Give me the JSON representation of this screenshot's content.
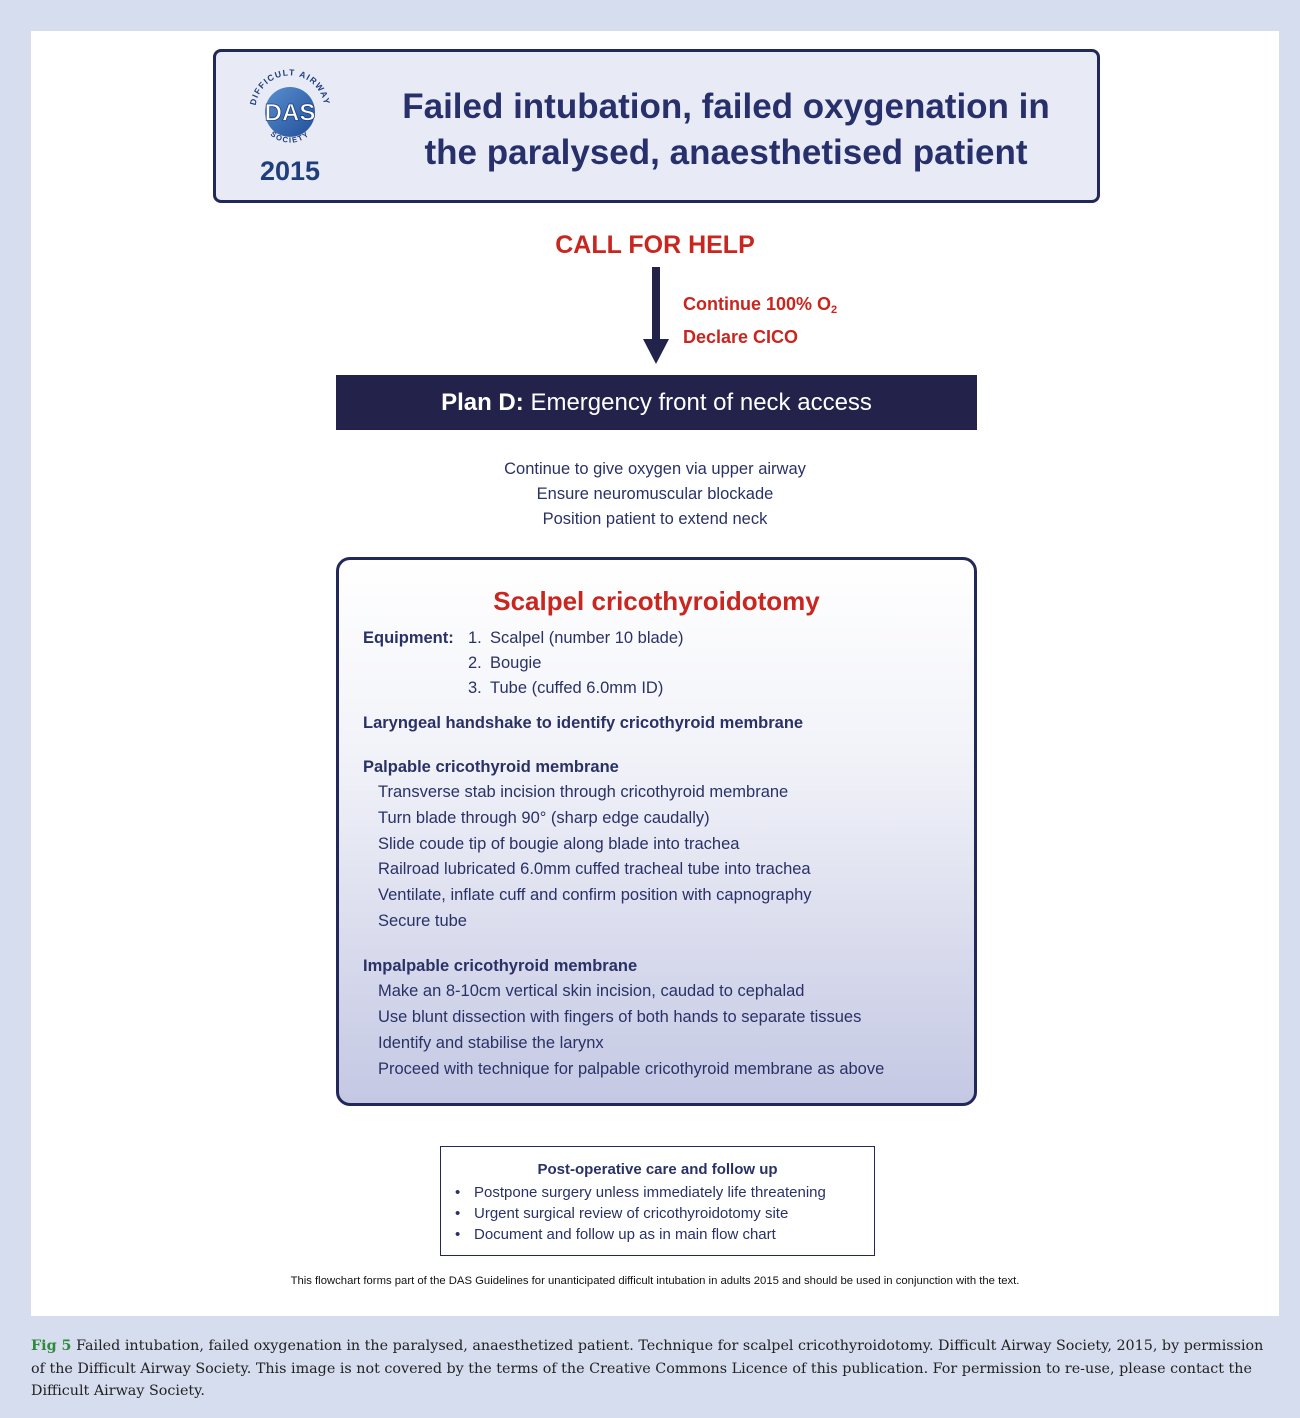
{
  "logo": {
    "top_arc_text": "DIFFICULT AIRWAY",
    "bottom_arc_text": "SOCIETY",
    "initials": "DAS",
    "year": "2015"
  },
  "header": {
    "title_line1": "Failed intubation, failed oxygenation in",
    "title_line2": "the paralysed, anaesthetised patient"
  },
  "call_for_help": "CALL FOR HELP",
  "arrow_notes": {
    "line1_prefix": "Continue 100% O",
    "line1_subscript": "2",
    "line2": "Declare CICO"
  },
  "plan": {
    "label": "Plan D:",
    "text": "Emergency front of neck access"
  },
  "pre_steps": [
    "Continue to give oxygen via upper airway",
    "Ensure neuromuscular blockade",
    "Position patient to extend neck"
  ],
  "scalpel": {
    "title": "Scalpel cricothyroidotomy",
    "equipment_label": "Equipment:",
    "equipment": [
      {
        "num": "1.",
        "text": "Scalpel (number 10 blade)"
      },
      {
        "num": "2.",
        "text": "Bougie"
      },
      {
        "num": "3.",
        "text": "Tube (cuffed 6.0mm ID)"
      }
    ],
    "handshake": "Laryngeal handshake to identify cricothyroid membrane",
    "palpable_heading": "Palpable cricothyroid membrane",
    "palpable_steps": [
      "Transverse stab incision through cricothyroid membrane",
      "Turn blade through 90° (sharp edge caudally)",
      "Slide coude tip of bougie along blade into trachea",
      "Railroad lubricated 6.0mm cuffed tracheal tube into trachea",
      "Ventilate, inflate cuff and confirm position with capnography",
      "Secure tube"
    ],
    "impalpable_heading": "Impalpable cricothyroid membrane",
    "impalpable_steps": [
      "Make an 8-10cm vertical skin incision, caudad to cephalad",
      "Use blunt dissection with fingers of both hands to separate tissues",
      "Identify and stabilise the larynx",
      "Proceed with technique for palpable cricothyroid membrane as above"
    ]
  },
  "postop": {
    "title": "Post-operative care and follow up",
    "items": [
      "Postpone surgery unless immediately life threatening",
      "Urgent surgical review of cricothyroidotomy site",
      "Document and follow up as in main flow chart"
    ]
  },
  "footnote": "This flowchart forms part of the DAS Guidelines for unanticipated difficult intubation in adults 2015 and should be used in conjunction with the text.",
  "caption": {
    "label": "Fig 5",
    "text": "Failed intubation, failed oxygenation in the paralysed, anaesthetized patient. Technique for scalpel cricothyroidotomy. Difficult Airway Society, 2015, by permission of the Difficult Airway Society. This image is not covered by the terms of the Creative Commons Licence of this publication. For permission to re-use, please contact the Difficult Airway Society."
  },
  "colors": {
    "navy": "#22295a",
    "red": "#c8261e",
    "text_blue": "#2a3166",
    "logo_blue": "#1f3e7c",
    "caption_green": "#2e8a3a",
    "frame_bg": "#d5ddef"
  }
}
